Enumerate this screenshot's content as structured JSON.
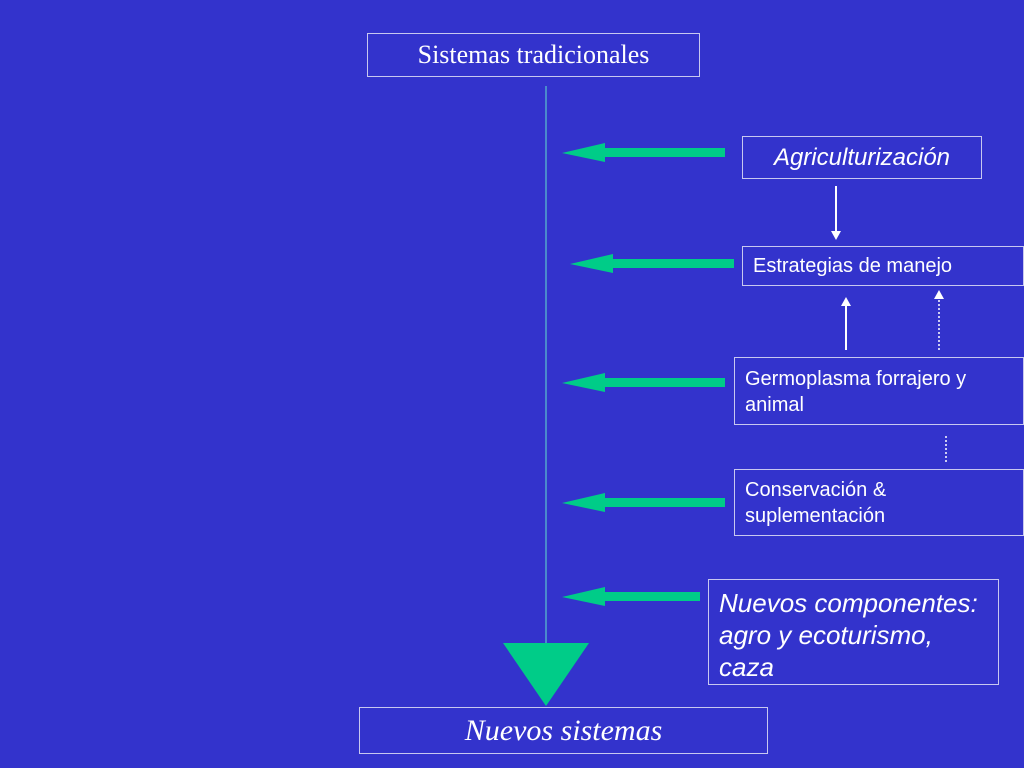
{
  "diagram": {
    "top_box": "Sistemas tradicionales",
    "bottom_box": "Nuevos sistemas",
    "nodes": {
      "agriculturizacion": "Agriculturización",
      "estrategias": "Estrategias de manejo",
      "germoplasma": "Germoplasma forrajero y animal",
      "conservacion": "Conservación & suplementación",
      "nuevos_componentes": "Nuevos componentes: agro y ecoturismo, caza"
    },
    "colors": {
      "background": "#3333cc",
      "arrow_green": "#00cc88",
      "line": "#4488cc"
    }
  }
}
